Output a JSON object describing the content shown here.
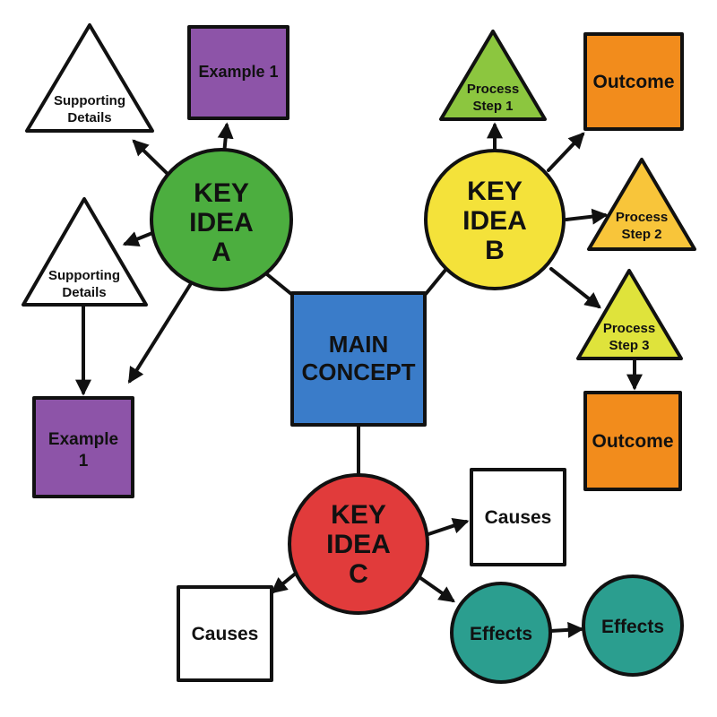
{
  "colors": {
    "main": "#3a7cc9",
    "idea_a": "#4cae3f",
    "idea_b": "#f4e23a",
    "idea_c": "#e13b3b",
    "example": "#8d54a8",
    "outcome": "#f28c1c",
    "step_green": "#8cc63f",
    "step_orange": "#f8c53a",
    "step_yellow": "#dfe33b",
    "effects": "#2b9e8f",
    "white": "#ffffff"
  },
  "nodes": {
    "main_concept": [
      "MAIN",
      "CONCEPT"
    ],
    "key_idea_a": [
      "KEY",
      "IDEA",
      "A"
    ],
    "key_idea_b": [
      "KEY",
      "IDEA",
      "B"
    ],
    "key_idea_c": [
      "KEY",
      "IDEA",
      "C"
    ],
    "supporting_details_top": [
      "Supporting",
      "Details"
    ],
    "supporting_details_bottom": [
      "Supporting",
      "Details"
    ],
    "example_top": [
      "Example 1"
    ],
    "example_bottom": [
      "Example",
      "1"
    ],
    "process_step_1": [
      "Process",
      "Step 1"
    ],
    "process_step_2": [
      "Process",
      "Step 2"
    ],
    "process_step_3": [
      "Process",
      "Step 3"
    ],
    "outcome_top": [
      "Outcome"
    ],
    "outcome_bottom": [
      "Outcome"
    ],
    "causes_right": [
      "Causes"
    ],
    "causes_left": [
      "Causes"
    ],
    "effects_1": [
      "Effects"
    ],
    "effects_2": [
      "Effects"
    ]
  }
}
